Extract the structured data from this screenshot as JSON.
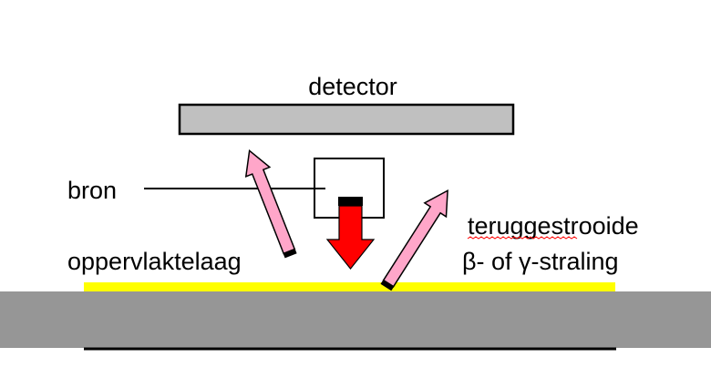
{
  "labels": {
    "detector": "detector",
    "source": "bron",
    "surface_layer": "oppervlaktelaag",
    "backscattered_line1": "teruggestrooide",
    "backscattered_line2": "β- of γ-straling"
  },
  "colors": {
    "detector_fill": "#c0c0c0",
    "substrate_fill": "#969696",
    "surface_layer_fill": "#ffff00",
    "pink_arrow": "#ffa6c9",
    "red_arrow": "#ff0000",
    "spellcheck_underline": "#ff0000"
  }
}
